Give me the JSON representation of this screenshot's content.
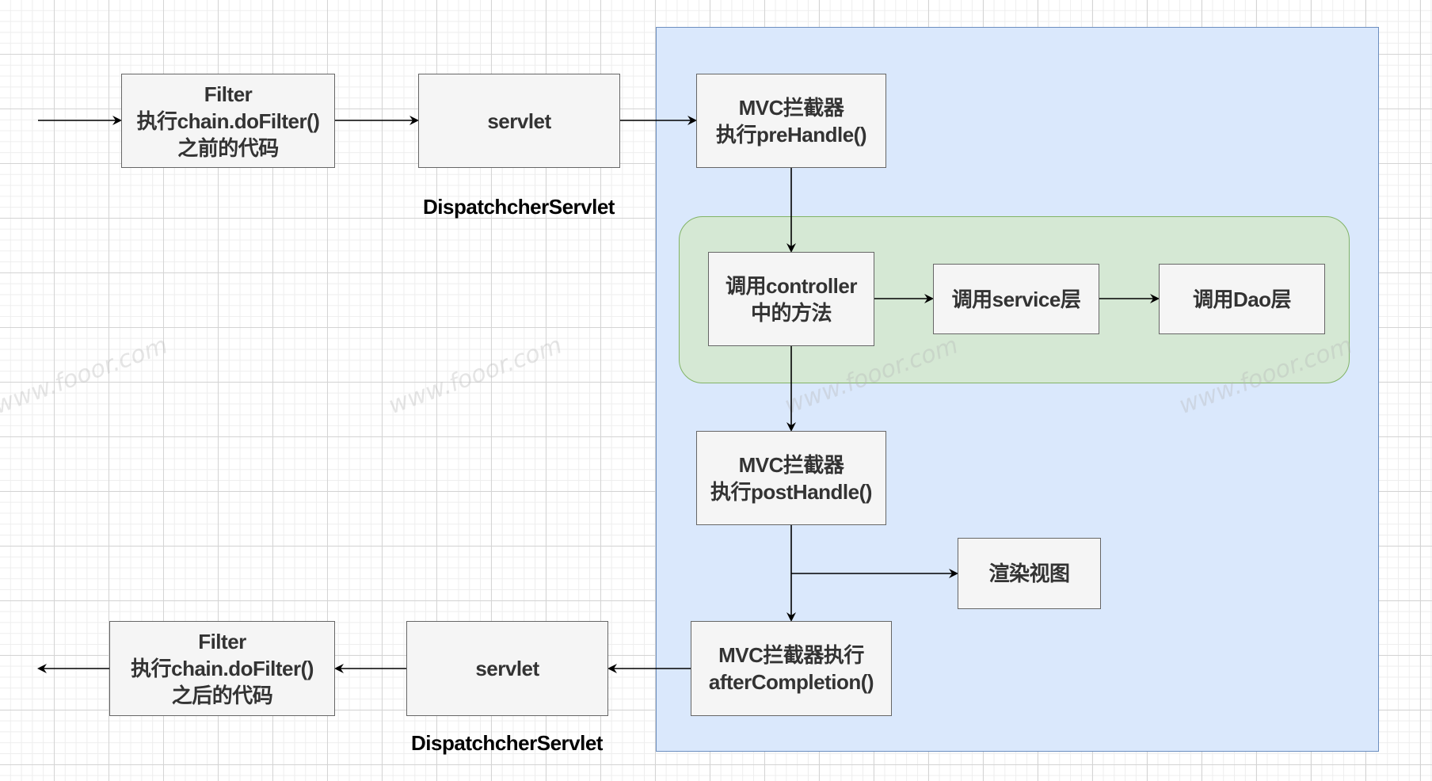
{
  "diagram": {
    "containers": {
      "mvc_area": {
        "fill": "#dae8fc",
        "stroke": "#6c8ebf"
      },
      "handler_group": {
        "fill": "#d5e8d4",
        "stroke": "#82b366"
      }
    },
    "nodes": {
      "filter_before": "Filter\n执行chain.doFilter()\n之前的代码",
      "servlet_top": "servlet",
      "mvc_prehandle": "MVC拦截器\n执行preHandle()",
      "controller": "调用controller\n中的方法",
      "service": "调用service层",
      "dao": "调用Dao层",
      "mvc_posthandle": "MVC拦截器\n执行postHandle()",
      "render_view": "渲染视图",
      "mvc_aftercompletion": "MVC拦截器执行\nafterCompletion()",
      "servlet_bottom": "servlet",
      "filter_after": "Filter\n执行chain.doFilter()\n之后的代码"
    },
    "labels": {
      "dispatcher_top": "DispatchcherServlet",
      "dispatcher_bottom": "DispatchcherServlet"
    },
    "edges": [
      {
        "from": "entry",
        "to": "filter_before"
      },
      {
        "from": "filter_before",
        "to": "servlet_top"
      },
      {
        "from": "servlet_top",
        "to": "mvc_prehandle"
      },
      {
        "from": "mvc_prehandle",
        "to": "controller"
      },
      {
        "from": "controller",
        "to": "service"
      },
      {
        "from": "service",
        "to": "dao"
      },
      {
        "from": "controller",
        "to": "mvc_posthandle"
      },
      {
        "from": "mvc_posthandle",
        "to": "render_view"
      },
      {
        "from": "mvc_posthandle",
        "to": "mvc_aftercompletion"
      },
      {
        "from": "mvc_aftercompletion",
        "to": "servlet_bottom"
      },
      {
        "from": "servlet_bottom",
        "to": "filter_after"
      },
      {
        "from": "filter_after",
        "to": "exit"
      }
    ],
    "watermark": "www.fooor.com"
  }
}
